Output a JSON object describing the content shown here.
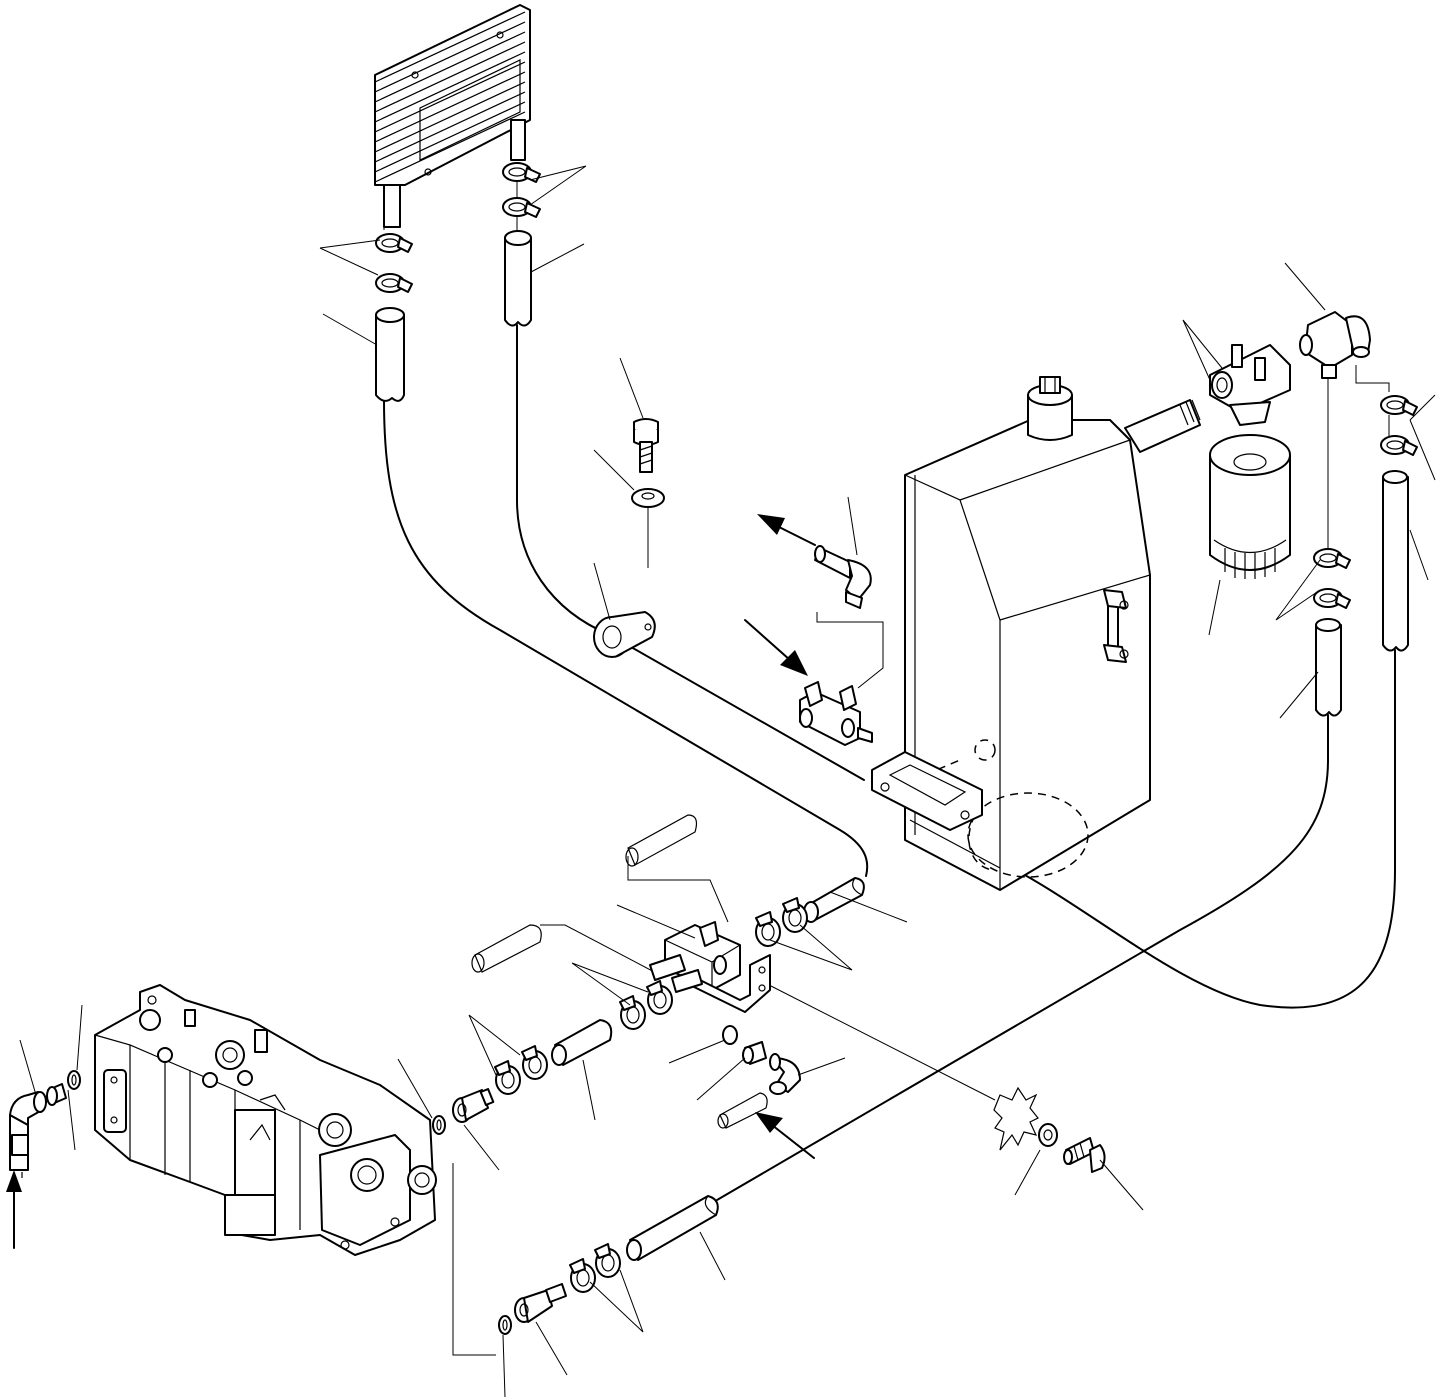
{
  "figure": {
    "colors": {
      "line": "#000000",
      "background": "#ffffff"
    },
    "parts": [
      "oil-cooler",
      "cooler-hose-clamps",
      "cooler-return-hose",
      "cooler-supply-hose",
      "bracket-bolt",
      "bracket-washer",
      "hose-clamp-bracket",
      "elbow-fitting-top",
      "tee-fitting",
      "hydraulic-tank",
      "breather-cap",
      "level-gauge",
      "suction-strainer",
      "filter-head",
      "filter-cartridge",
      "elbow-adapter",
      "filter-outlet-clamps",
      "filter-outlet-hose",
      "tank-return-clamps",
      "tank-return-hose",
      "control-valve",
      "inlet-elbow",
      "valve-adapter",
      "valve-o-ring",
      "manifold-block",
      "manifold-hose",
      "manifold-clamps",
      "connector-fitting",
      "connector-o-ring",
      "lower-hose",
      "lower-clamps",
      "lower-connector",
      "lower-o-ring",
      "drain-elbow",
      "drain-nipple",
      "mounting-plate",
      "mount-washer",
      "mount-bolt",
      "flow-arrows"
    ]
  }
}
